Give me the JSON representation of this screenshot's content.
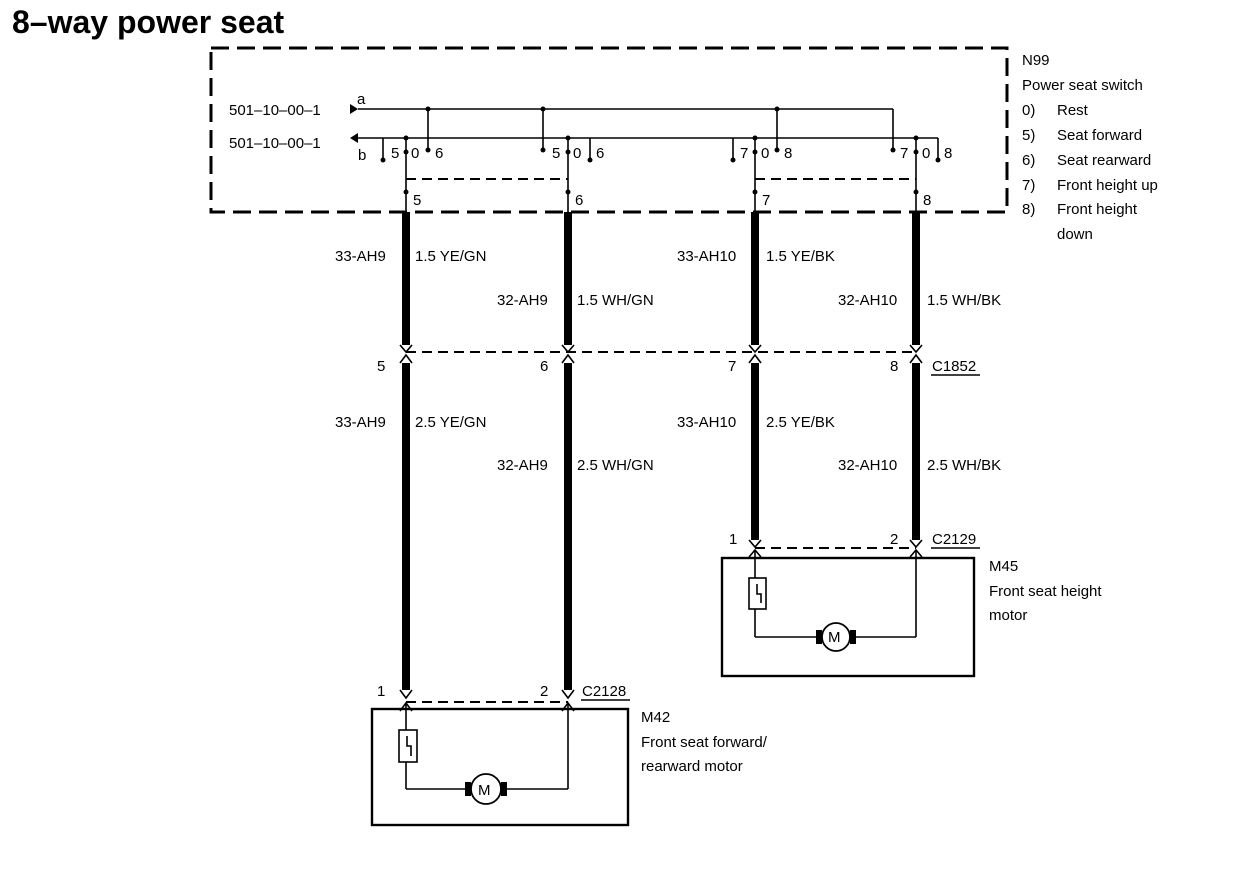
{
  "title": "8–way power seat",
  "switch": {
    "id": "N99",
    "name": "Power seat switch",
    "positions": [
      {
        "num": "0)",
        "label": "Rest"
      },
      {
        "num": "5)",
        "label": "Seat forward"
      },
      {
        "num": "6)",
        "label": "Seat rearward"
      },
      {
        "num": "7)",
        "label": "Front height up"
      },
      {
        "num": "8)",
        "label": "Front height"
      },
      {
        "num": "",
        "label": "down"
      }
    ],
    "refs": [
      "501–10–00–1",
      "501–10–00–1"
    ],
    "ref_letters": [
      "a",
      "b"
    ],
    "contact_labels": [
      [
        "5",
        "0",
        "6"
      ],
      [
        "5",
        "0",
        "6"
      ],
      [
        "7",
        "0",
        "8"
      ],
      [
        "7",
        "0",
        "8"
      ]
    ],
    "pins": [
      "5",
      "6",
      "7",
      "8"
    ]
  },
  "wires_upper": [
    {
      "circuit": "33-AH9",
      "spec": "1.5 YE/GN"
    },
    {
      "circuit": "32-AH9",
      "spec": "1.5 WH/GN"
    },
    {
      "circuit": "33-AH10",
      "spec": "1.5 YE/BK"
    },
    {
      "circuit": "32-AH10",
      "spec": "1.5 WH/BK"
    }
  ],
  "connector_mid": {
    "id": "C1852",
    "pins": [
      "5",
      "6",
      "7",
      "8"
    ]
  },
  "wires_lower": [
    {
      "circuit": "33-AH9",
      "spec": "2.5 YE/GN"
    },
    {
      "circuit": "32-AH9",
      "spec": "2.5 WH/GN"
    },
    {
      "circuit": "33-AH10",
      "spec": "2.5 YE/BK"
    },
    {
      "circuit": "32-AH10",
      "spec": "2.5 WH/BK"
    }
  ],
  "motor_forward": {
    "connector": "C2128",
    "pins": [
      "1",
      "2"
    ],
    "id": "M42",
    "name_line1": "Front seat forward/",
    "name_line2": "rearward motor",
    "symbol": "M"
  },
  "motor_height": {
    "connector": "C2129",
    "pins": [
      "1",
      "2"
    ],
    "id": "M45",
    "name_line1": "Front seat height",
    "name_line2": "motor",
    "symbol": "M"
  }
}
